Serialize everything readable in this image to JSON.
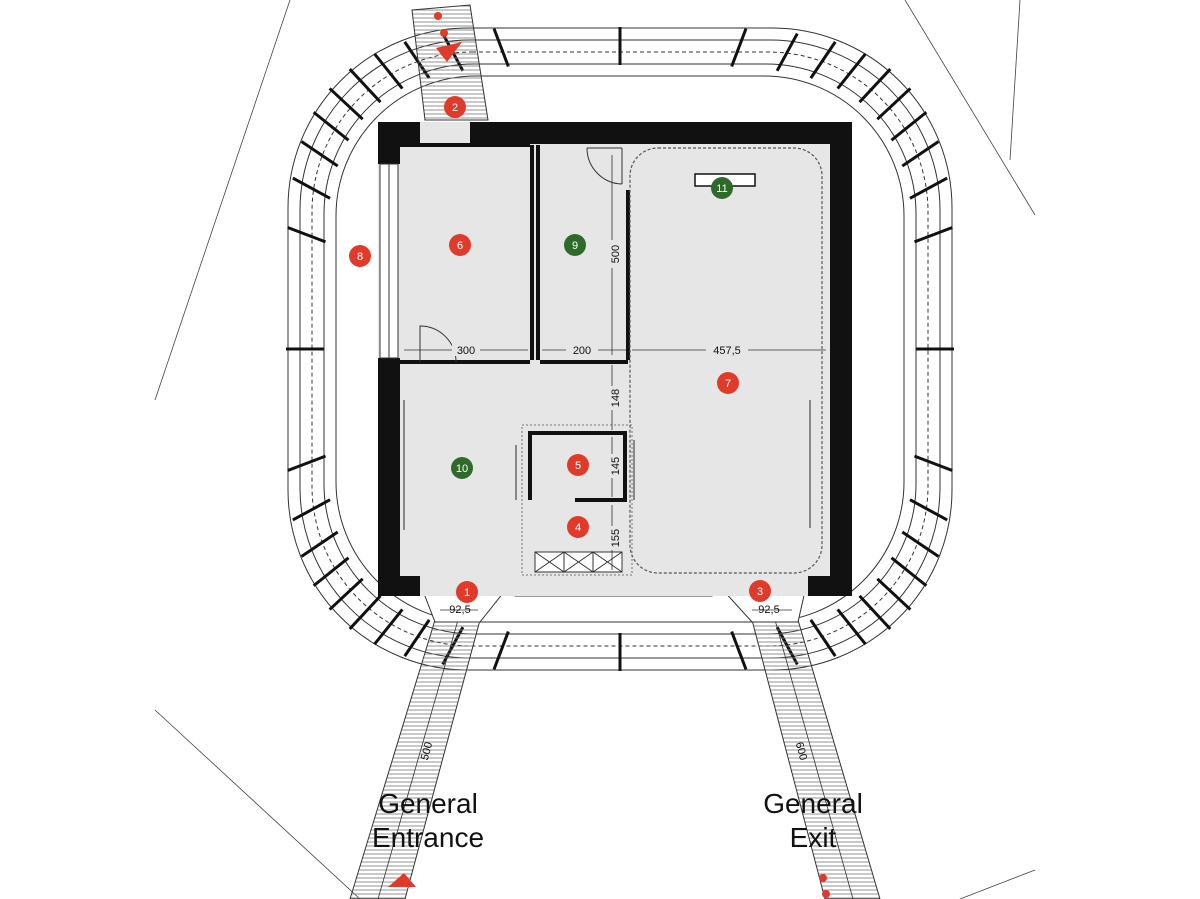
{
  "markers": [
    {
      "id": "1",
      "color": "#e03a2a"
    },
    {
      "id": "2",
      "color": "#e03a2a"
    },
    {
      "id": "3",
      "color": "#e03a2a"
    },
    {
      "id": "4",
      "color": "#e03a2a"
    },
    {
      "id": "5",
      "color": "#e03a2a"
    },
    {
      "id": "6",
      "color": "#e03a2a"
    },
    {
      "id": "7",
      "color": "#e03a2a"
    },
    {
      "id": "8",
      "color": "#e03a2a"
    },
    {
      "id": "9",
      "color": "#2e6b2a"
    },
    {
      "id": "10",
      "color": "#2e6b2a"
    },
    {
      "id": "11",
      "color": "#2e6b2a"
    }
  ],
  "dimensions": {
    "room6_width": "300",
    "room9_width": "200",
    "room7_width": "457,5",
    "room9_height": "500",
    "corridor_gap": "148",
    "core_height": "145",
    "lower_gap": "155",
    "entrance_width": "92,5",
    "exit_width": "92,5",
    "entrance_ramp": "500",
    "exit_ramp": "600"
  },
  "labels": {
    "entrance_line1": "General",
    "entrance_line2": "Entrance",
    "exit_line1": "General",
    "exit_line2": "Exit"
  },
  "colors": {
    "wall": "#111111",
    "floor": "#e6e6e6",
    "red_marker": "#e03a2a",
    "green_marker": "#2e6b2a"
  }
}
